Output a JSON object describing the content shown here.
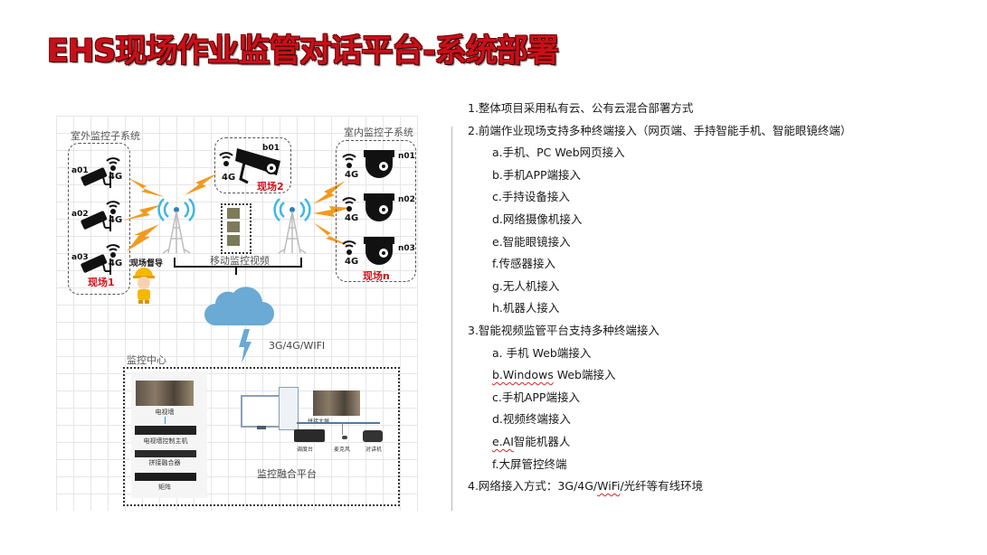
{
  "title": "EHS现场作业监管对话平台-系统部署",
  "colors": {
    "title_red": "#c8101a",
    "site_label_red": "#d0121b",
    "lightning_orange": "#f39a1e",
    "signal_blue": "#3fb6e6",
    "cloud_blue": "#6aaad4"
  },
  "diagram": {
    "outdoor_system_label": "室外监控子系统",
    "indoor_system_label": "室内监控子系统",
    "outdoor_cameras": [
      {
        "id": "a01",
        "network": "4G"
      },
      {
        "id": "a02",
        "network": "4G"
      },
      {
        "id": "a03",
        "network": "4G"
      }
    ],
    "outdoor_site": "现场1",
    "site2_camera": {
      "id": "b01",
      "network": "4G"
    },
    "site2": "现场2",
    "indoor_cameras": [
      {
        "id": "n01",
        "network": "4G"
      },
      {
        "id": "n02",
        "network": "4G"
      },
      {
        "id": "n03",
        "network": "4G"
      }
    ],
    "indoor_site": "现场n",
    "supervisor_label": "现场督导",
    "mobile_video_label": "移动监控视频",
    "network_label": "3G/4G/WIFI",
    "monitor_center_label": "监控中心",
    "video_wall_label": "电视墙",
    "wall_controller_label": "电视墙控制主机",
    "splice_label": "拼接融合器",
    "matrix_label": "矩阵",
    "big_screen_label": "拼接大屏",
    "console_label": "调度台",
    "mic_label": "麦克风",
    "phone_label": "对讲机",
    "platform_label": "监控融合平台"
  },
  "description": {
    "items": [
      {
        "text": "1.整体项目采用私有云、公有云混合部署方式",
        "level": 0
      },
      {
        "text": "2.前端作业现场支持多种终端接入（网页端、手持智能手机、智能眼镜终端）",
        "level": 0
      },
      {
        "text": "a.手机、PC Web网页接入",
        "level": 1
      },
      {
        "text": "b.手机APP端接入",
        "level": 1
      },
      {
        "text": "c.手持设备接入",
        "level": 1
      },
      {
        "text": "d.网络摄像机接入",
        "level": 1
      },
      {
        "text": "e.智能眼镜接入",
        "level": 1
      },
      {
        "text": "f.传感器接入",
        "level": 1
      },
      {
        "text": "g.无人机接入",
        "level": 1
      },
      {
        "text": "h.机器人接入",
        "level": 1
      },
      {
        "text": "3.智能视频监管平台支持多种终端接入",
        "level": 0
      },
      {
        "text": "a. 手机 Web端接入",
        "level": 1
      },
      {
        "text": "b.Windows Web端接入",
        "level": 1,
        "squiggle": "b.Windows"
      },
      {
        "text": "c.手机APP端接入",
        "level": 1
      },
      {
        "text": "d.视频终端接入",
        "level": 1
      },
      {
        "text": "e.AI智能机器人",
        "level": 1,
        "squiggle": "e.AI"
      },
      {
        "text": "f.大屏管控终端",
        "level": 1
      },
      {
        "text": "4.网络接入方式：3G/4G/WiFi/光纤等有线环境",
        "level": 0,
        "squiggle": "WiFi"
      }
    ],
    "w_b_rest": " Web端接入",
    "w_e_rest": "智能机器人",
    "w_4_pre": "4.网络接入方式：3G/4G/",
    "w_4_post": "/光纤等有线环境"
  }
}
